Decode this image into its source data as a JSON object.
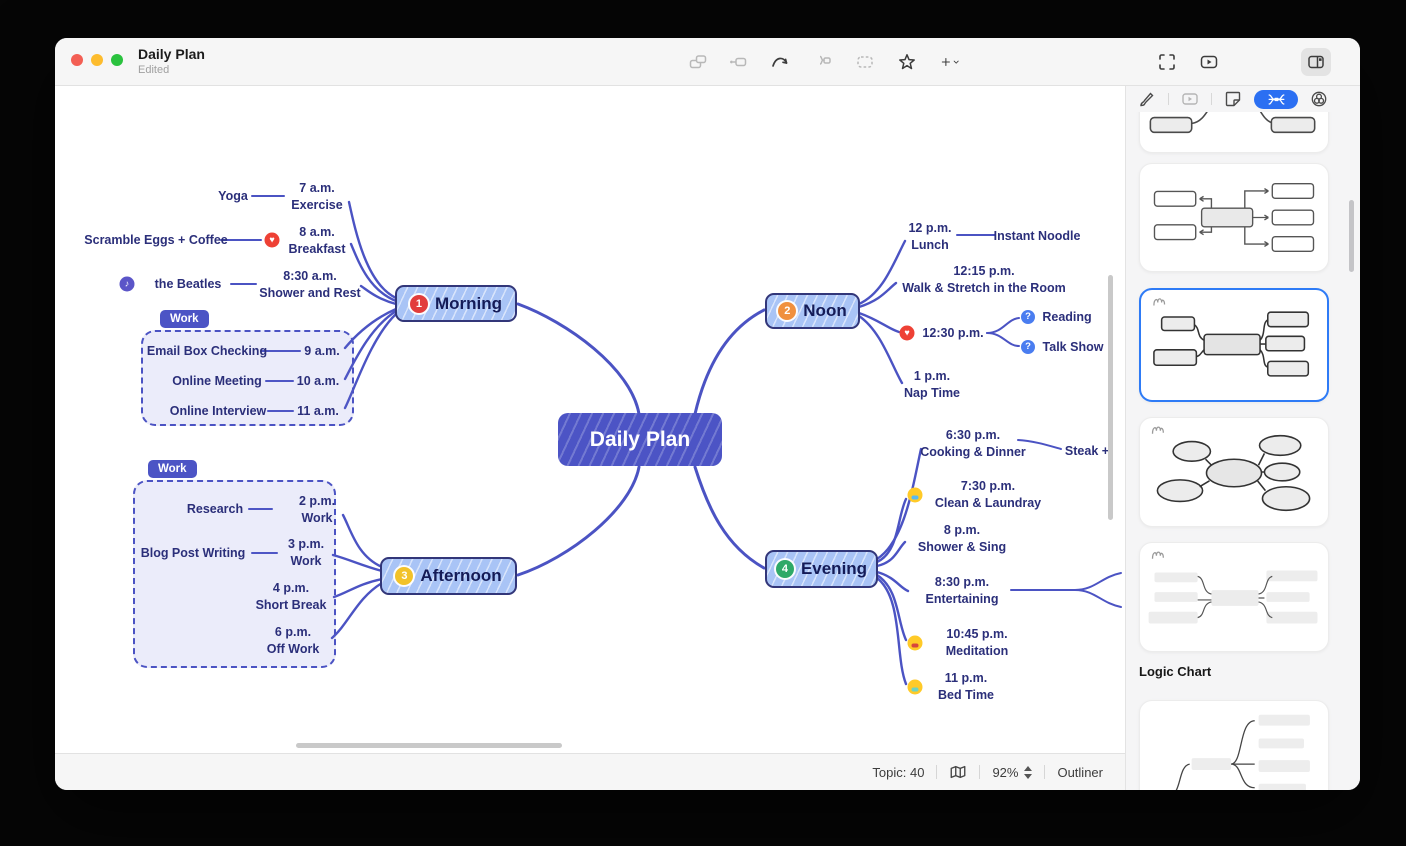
{
  "titlebar": {
    "title": "Daily Plan",
    "subtitle": "Edited"
  },
  "toolbar": {
    "icons": [
      "insert-sibling-topic",
      "insert-subtopic",
      "relationship",
      "summary",
      "boundary",
      "marker-star",
      "insert-plus"
    ]
  },
  "titlebar_right": {
    "icons": [
      "enter-fullscreen",
      "presentation",
      "toggle-sidebar"
    ]
  },
  "sidebar": {
    "tabs": [
      "format-brush",
      "presentation",
      "sticker",
      "structure",
      "theme-colors"
    ],
    "active_tab": "structure",
    "accent_color": "#2b6ff2",
    "selected_card_border": "#2e7bf6",
    "section_heading": "Logic Chart"
  },
  "statusbar": {
    "topics": "Topic: 40",
    "zoom": "92%",
    "outliner": "Outliner"
  },
  "mindmap": {
    "root": "Daily Plan",
    "edge_color": "#4b53c3",
    "branches": [
      {
        "label": "Morning",
        "badge": "1",
        "badge_color": "#e23d3c",
        "topics": [
          {
            "time": "7 a.m.",
            "title": "Exercise",
            "child": "Yoga"
          },
          {
            "time": "8 a.m.",
            "title": "Breakfast",
            "child": "Scramble Eggs + Coffee",
            "marker": "heart"
          },
          {
            "time": "8:30 a.m.",
            "title": "Shower and Rest",
            "child": "the Beatles",
            "marker": "music"
          }
        ],
        "boundary": {
          "label": "Work",
          "topics": [
            {
              "time": "9 a.m.",
              "child": "Email Box Checking"
            },
            {
              "time": "10 a.m.",
              "child": "Online Meeting"
            },
            {
              "time": "11 a.m.",
              "child": "Online Interview"
            }
          ]
        }
      },
      {
        "label": "Noon",
        "badge": "2",
        "badge_color": "#f0903f",
        "topics": [
          {
            "time": "12 p.m.",
            "title": "Lunch",
            "child": "Instant Noodle"
          },
          {
            "time": "12:15 p.m.",
            "title": "Walk & Stretch in the Room"
          },
          {
            "time": "12:30 p.m.",
            "marker": "heart",
            "children": [
              "Reading",
              "Talk Show"
            ],
            "child_marker": "question"
          },
          {
            "time": "1 p.m.",
            "title": "Nap Time"
          }
        ]
      },
      {
        "label": "Afternoon",
        "badge": "3",
        "badge_color": "#f2c22a",
        "boundary": {
          "label": "Work",
          "topics": [
            {
              "time": "2 p.m.",
              "title": "Work",
              "child": "Research"
            },
            {
              "time": "3 p.m.",
              "title": "Work",
              "child": "Blog Post Writing"
            },
            {
              "time": "4 p.m.",
              "title": "Short Break"
            },
            {
              "time": "6 p.m.",
              "title": "Off Work"
            }
          ]
        }
      },
      {
        "label": "Evening",
        "badge": "4",
        "badge_color": "#2fa968",
        "topics": [
          {
            "time": "6:30 p.m.",
            "title": "Cooking & Dinner",
            "child": "Steak +"
          },
          {
            "time": "7:30 p.m.",
            "title": "Clean & Laundray",
            "emoji": "loudly-crying"
          },
          {
            "time": "8 p.m.",
            "title": "Shower & Sing"
          },
          {
            "time": "8:30 p.m.",
            "title": "Entertaining"
          },
          {
            "time": "10:45 p.m.",
            "title": "Meditation",
            "emoji": "grinning"
          },
          {
            "time": "11 p.m.",
            "title": "Bed Time",
            "emoji": "sleepy"
          }
        ]
      }
    ]
  }
}
